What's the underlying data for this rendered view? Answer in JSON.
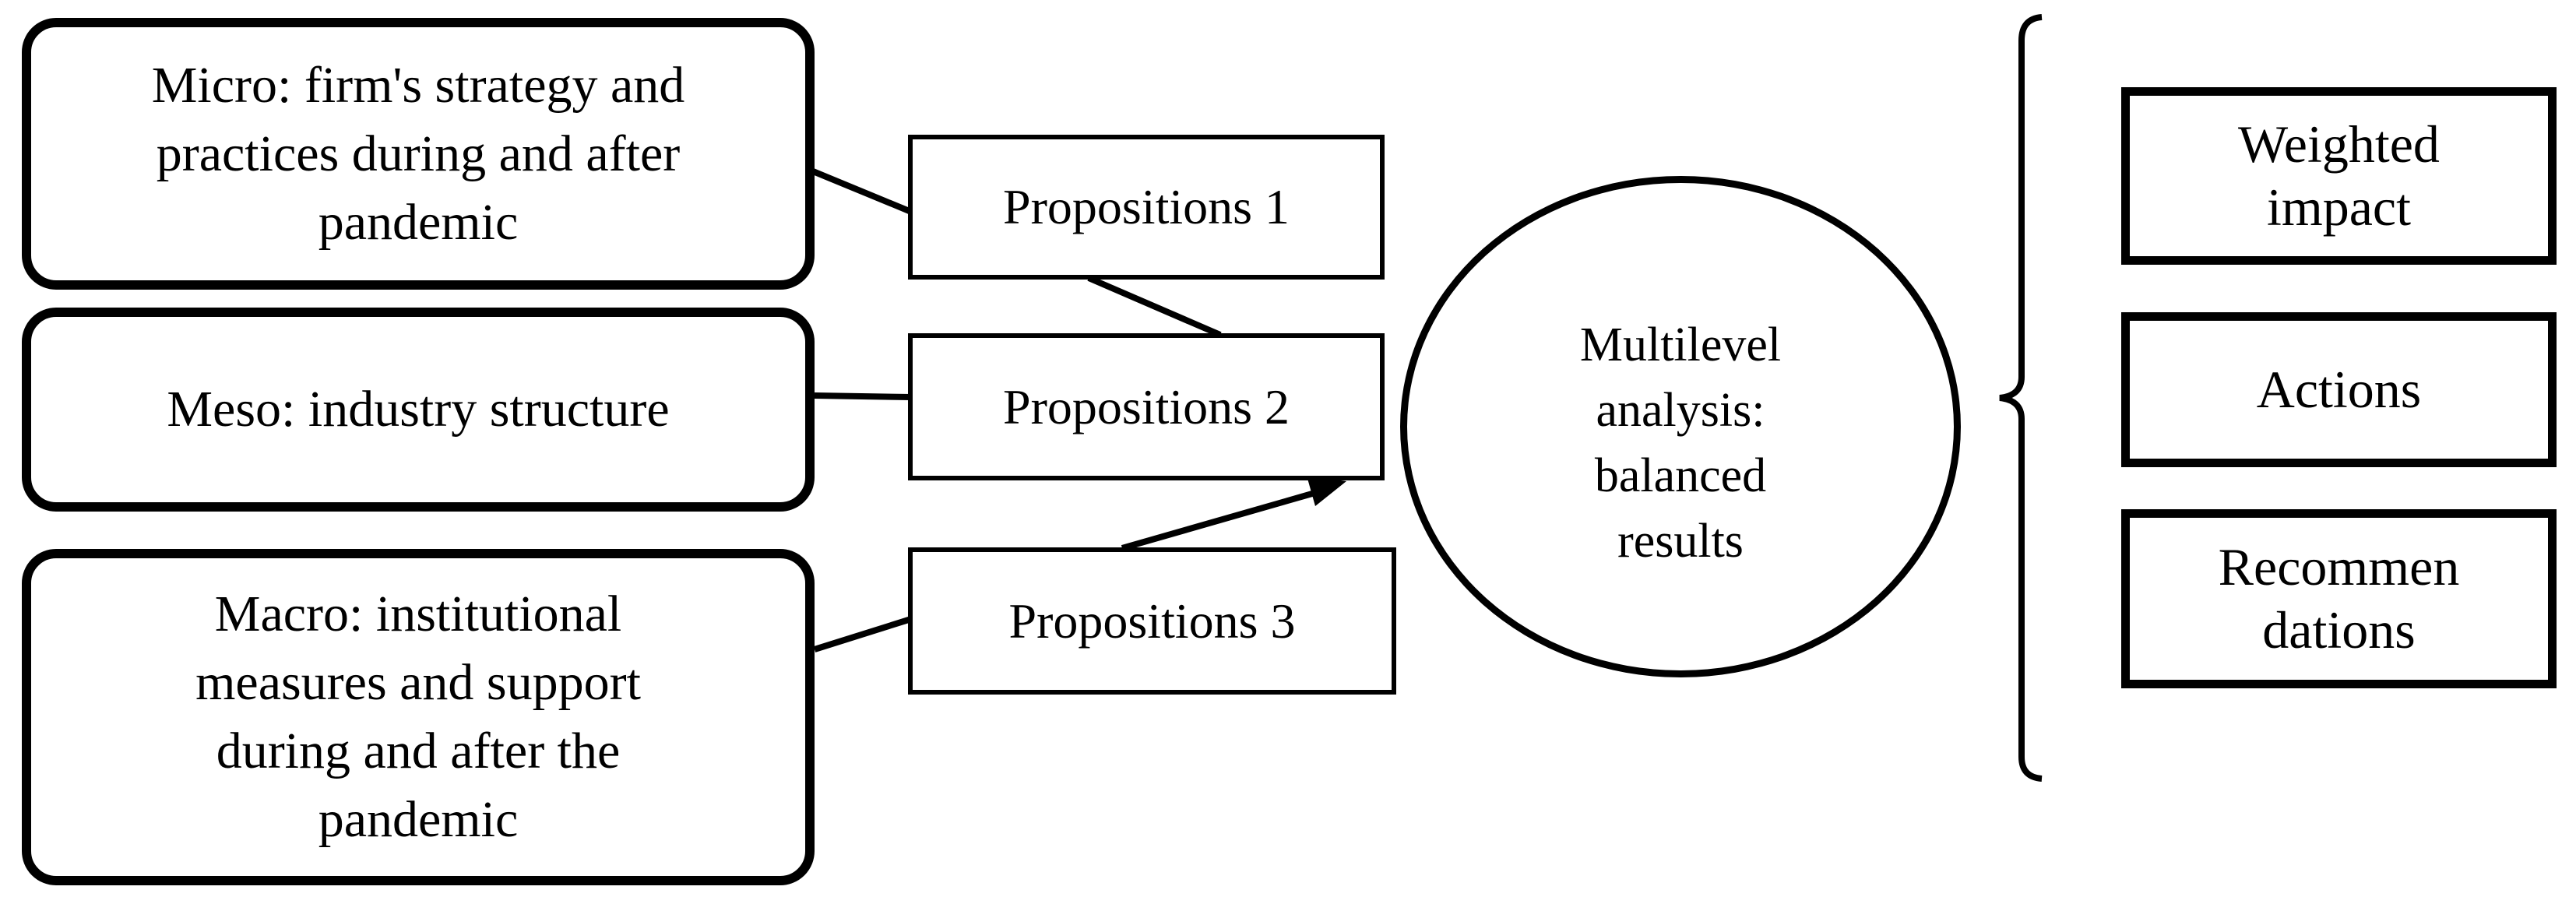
{
  "diagram": {
    "colors": {
      "stroke": "#000000",
      "background": "#ffffff",
      "text": "#000000"
    },
    "levels": [
      {
        "id": "micro",
        "label": "Micro: firm's strategy and practices during and after pandemic",
        "lines": [
          "Micro: firm's strategy and",
          "practices during and after",
          "pandemic"
        ]
      },
      {
        "id": "meso",
        "label": "Meso: industry structure",
        "lines": [
          "Meso: industry structure"
        ]
      },
      {
        "id": "macro",
        "label": "Macro: institutional measures and support during and after the pandemic",
        "lines": [
          "Macro: institutional",
          "measures and support",
          "during and after the",
          "pandemic"
        ]
      }
    ],
    "propositions": [
      {
        "id": "prop1",
        "label": "Propositions 1"
      },
      {
        "id": "prop2",
        "label": "Propositions 2"
      },
      {
        "id": "prop3",
        "label": "Propositions 3"
      }
    ],
    "analysis": {
      "label": "Multilevel analysis: balanced results",
      "lines": [
        "Multilevel",
        "analysis:",
        "balanced",
        "results"
      ]
    },
    "outputs": [
      {
        "id": "weighted",
        "label": "Weighted impact",
        "lines": [
          "Weighted",
          "impact"
        ]
      },
      {
        "id": "actions",
        "label": "Actions",
        "lines": [
          "Actions"
        ]
      },
      {
        "id": "recommendations",
        "label": "Recommendations",
        "lines": [
          "Recommen",
          "dations"
        ]
      }
    ]
  }
}
